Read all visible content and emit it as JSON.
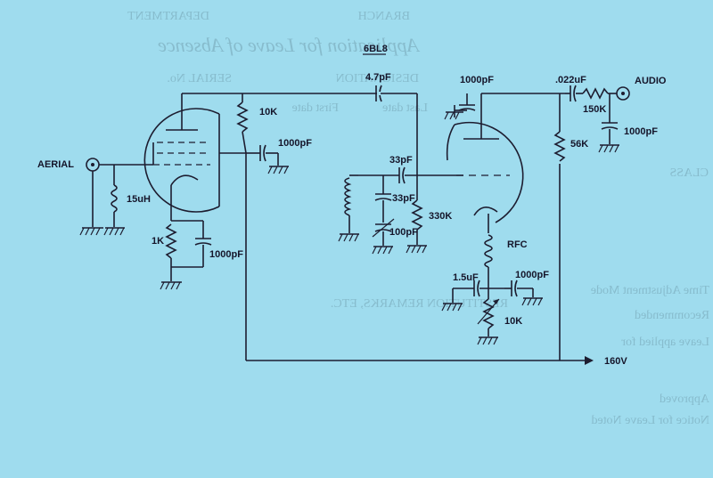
{
  "diagram": {
    "title": "6BL8",
    "labels": {
      "aerial": "AERIAL",
      "l_aerial": "15uH",
      "r_cathode": "1K",
      "c_cathode": "1000pF",
      "r_plate": "10K",
      "c_plate_bypass": "1000pF",
      "c_coupling": "4.7pF",
      "c_top": "1000pF",
      "c_grid_top": "33pF",
      "c_tank": "33pF",
      "c_tank_bottom": "100pF",
      "r_grid": "330K",
      "rfc": "RFC",
      "c_rfc_left": "1.5uF",
      "c_rfc_right": "1000pF",
      "r_var": "10K",
      "c_audio": ".022uF",
      "r_audio": "150K",
      "c_audio_bypass": "1000pF",
      "audio": "AUDIO",
      "r_load": "56K",
      "supply": "160V"
    }
  },
  "background_form": {
    "items": [
      "DEPARTMENT",
      "BRANCH",
      "Application for Leave of Absence",
      "SERIAL No.",
      "DESIGNATION",
      "First date",
      "Last date",
      "CLASS",
      "Time Adjustment Mode",
      "Recommended",
      "Leave applied for",
      "Approved",
      "Notice for Leave Noted",
      "RESTITUTION REMARKS, ETC."
    ]
  }
}
